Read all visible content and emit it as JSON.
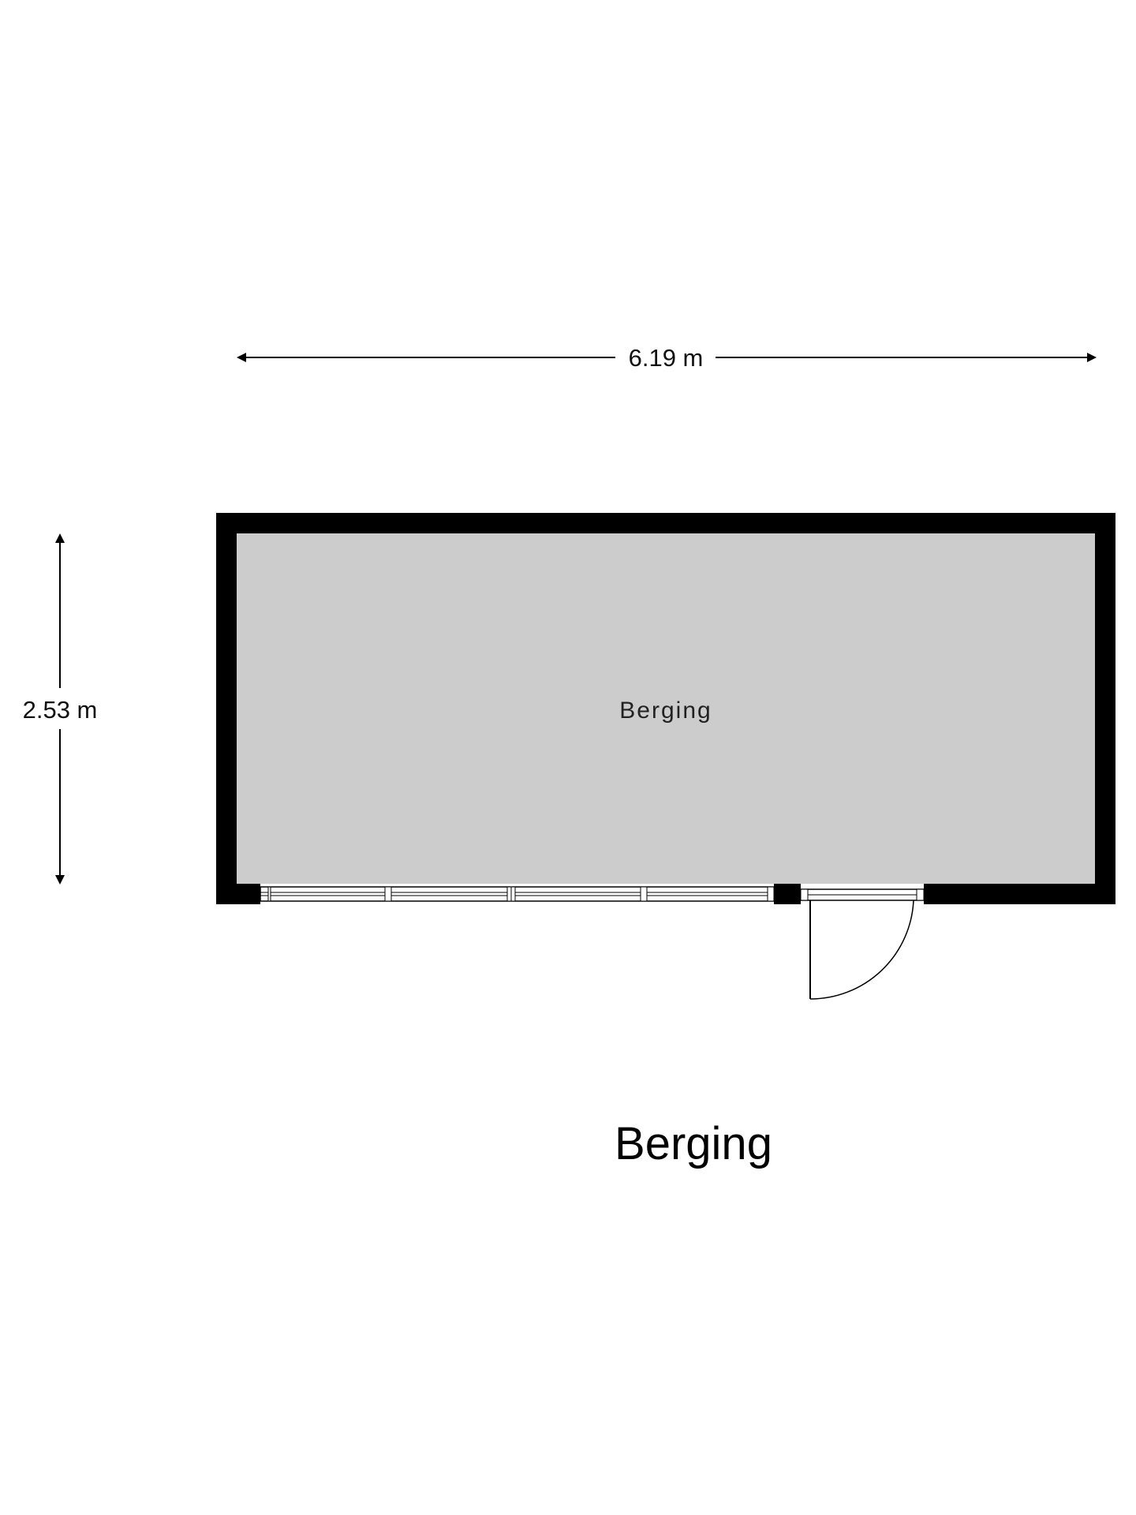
{
  "plan": {
    "width_dimension": "6.19 m",
    "height_dimension": "2.53 m",
    "room_label": "Berging",
    "title": "Berging"
  },
  "colors": {
    "wall": "#000000",
    "floor": "#cccccc",
    "background": "#ffffff",
    "line": "#000000"
  }
}
